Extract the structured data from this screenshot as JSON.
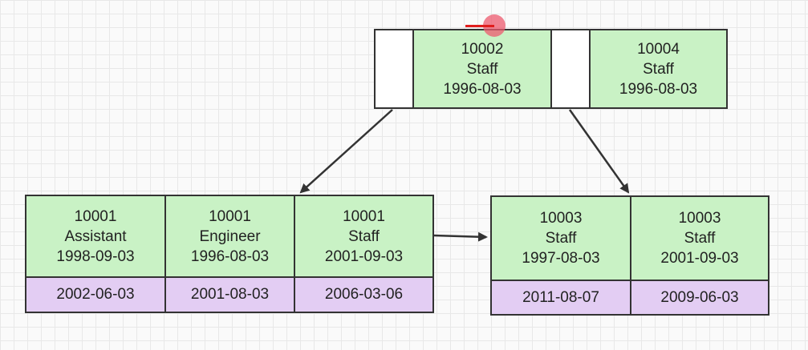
{
  "root": {
    "keys": [
      {
        "id": "10002",
        "title": "Staff",
        "date": "1996-08-03"
      },
      {
        "id": "10004",
        "title": "Staff",
        "date": "1996-08-03"
      }
    ]
  },
  "left_leaf": {
    "keys": [
      {
        "id": "10001",
        "title": "Assistant",
        "date": "1998-09-03",
        "data": "2002-06-03"
      },
      {
        "id": "10001",
        "title": "Engineer",
        "date": "1996-08-03",
        "data": "2001-08-03"
      },
      {
        "id": "10001",
        "title": "Staff",
        "date": "2001-09-03",
        "data": "2006-03-06"
      }
    ]
  },
  "right_leaf": {
    "keys": [
      {
        "id": "10003",
        "title": "Staff",
        "date": "1997-08-03",
        "data": "2011-08-07"
      },
      {
        "id": "10003",
        "title": "Staff",
        "date": "2001-09-03",
        "data": "2009-06-03"
      }
    ]
  },
  "colors": {
    "key_cell": "#c9f2c5",
    "data_cell": "#e3cdf3",
    "border": "#333333",
    "cursor": "#e01e1e"
  }
}
